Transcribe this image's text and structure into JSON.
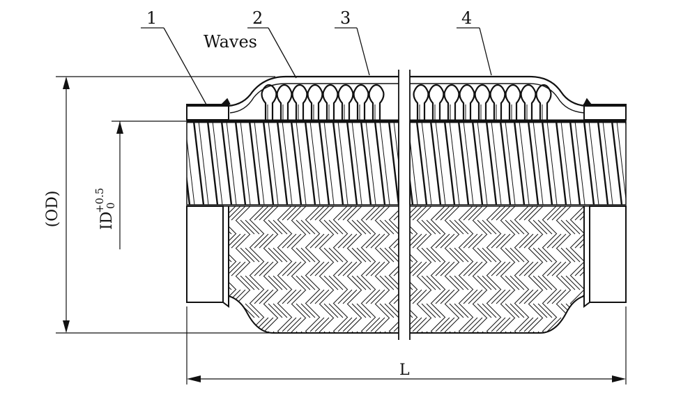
{
  "labels": {
    "part_1": "1",
    "part_2": "2",
    "part_3": "3",
    "part_4": "4",
    "waves": "Waves",
    "length": "L",
    "outer_diameter": "(OD)",
    "inner_diameter": "ID",
    "id_tolerance_upper": "+0.5",
    "id_tolerance_lower": "0"
  },
  "colors": {
    "ink": "#111111",
    "background": "#ffffff"
  }
}
